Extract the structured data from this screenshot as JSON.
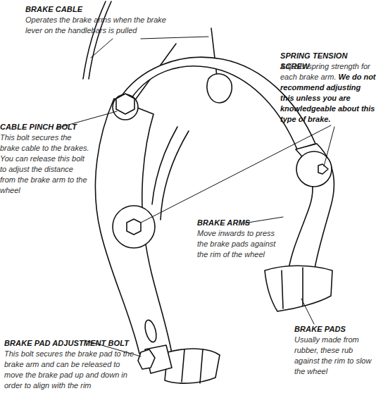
{
  "diagram": {
    "labels": [
      "BRAKE CABLE",
      "Operates the brake arms when the brake lever on the handlebars is pulled",
      "SPRING TENSION SCREW",
      "Adjusts spring strength for each brake arm.",
      "We do not recommend adjusting this unless you are knowledgeable about this type of brake.",
      "CABLE PINCH BOLT",
      "This bolt secures the brake cable to the brakes. You can release this bolt to adjust the distance from the brake arm to the wheel",
      "BRAKE ARMS",
      "Move inwards to press the brake pads against the rim of the wheel",
      "BRAKE PADS",
      "Usually made from rubber, these rub against the rim to slow the wheel",
      "BRAKE PAD ADJUSTMENT BOLT",
      "This bolt secures the brake pad to the brake arm and can be released to move the brake pad up and down in order to align with the rim"
    ]
  }
}
